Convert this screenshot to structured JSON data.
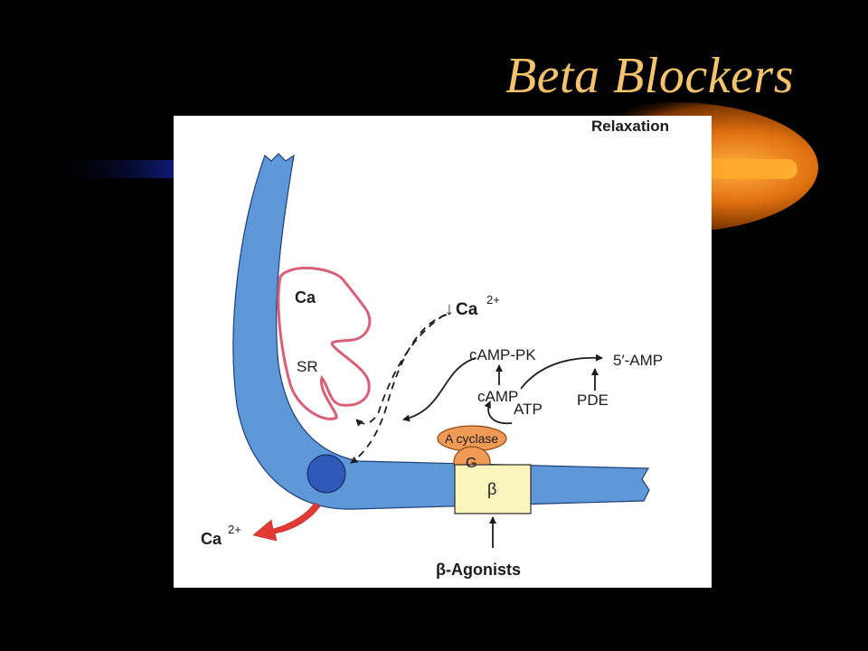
{
  "slide": {
    "title": "Beta Blockers"
  },
  "diagram": {
    "heading": "Relaxation",
    "sr_calcium": "Ca",
    "sr_label": "SR",
    "ca_decrease_arrow": "↓",
    "ca_decrease_base": "Ca",
    "ca_decrease_charge": "2+",
    "camp_pk": "cAMP-PK",
    "amp_5": "5′-AMP",
    "camp": "cAMP",
    "atp": "ATP",
    "pde": "PDE",
    "a_cyclase": "A cyclase",
    "g_protein": "G",
    "beta_receptor": "β",
    "ca_out_base": "Ca",
    "ca_out_charge": "2+",
    "agonists": "β-Agonists"
  },
  "colors": {
    "title": "#f5c36b",
    "membrane": "#5e98d8",
    "membrane_stroke": "#1f3f7a",
    "channel": "#2f59b8",
    "sr_outline": "#d85f77",
    "a_cyclase": "#ef9a55",
    "receptor_box": "#fbf6bc",
    "efflux_arrow": "#e23b35",
    "decor_orange": "#ff9a1e",
    "decor_blue": "#14229a"
  }
}
